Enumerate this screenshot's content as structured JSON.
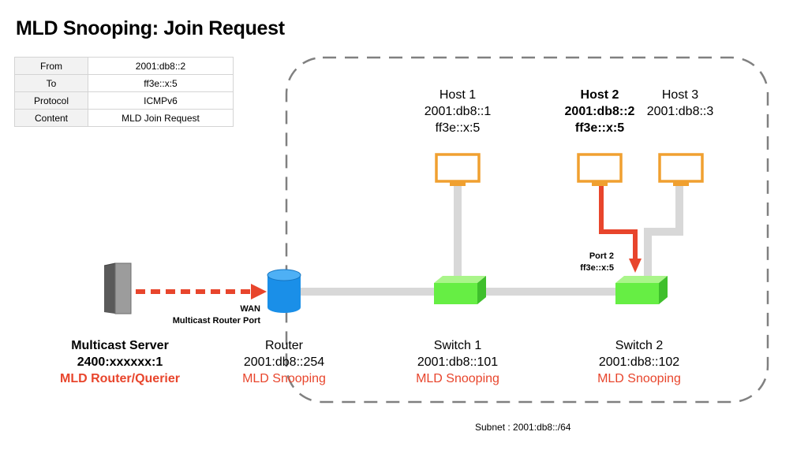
{
  "title": "MLD Snooping: Join Request",
  "info_table": [
    {
      "key": "From",
      "value": "2001:db8::2"
    },
    {
      "key": "To",
      "value": "ff3e::x:5"
    },
    {
      "key": "Protocol",
      "value": "ICMPv6"
    },
    {
      "key": "Content",
      "value": "MLD Join Request"
    }
  ],
  "hosts": {
    "host1": {
      "name": "Host 1",
      "addr": "2001:db8::1",
      "group": "ff3e::x:5"
    },
    "host2": {
      "name": "Host 2",
      "addr": "2001:db8::2",
      "group": "ff3e::x:5"
    },
    "host3": {
      "name": "Host 3",
      "addr": "2001:db8::3"
    }
  },
  "server": {
    "name": "Multicast Server",
    "addr": "2400:xxxxxx:1",
    "role": "MLD Router/Querier"
  },
  "router": {
    "name": "Router",
    "addr": "2001:db8::254",
    "feature": "MLD Snooping"
  },
  "switch1": {
    "name": "Switch 1",
    "addr": "2001:db8::101",
    "feature": "MLD Snooping"
  },
  "switch2": {
    "name": "Switch 2",
    "addr": "2001:db8::102",
    "feature": "MLD Snooping"
  },
  "port_label": {
    "line1": "Port 2",
    "line2": "ff3e::x:5"
  },
  "wan_label": {
    "line1": "WAN",
    "line2": "Multicast Router Port"
  },
  "subnet": "Subnet : 2001:db8::/64",
  "colors": {
    "accent_red": "#e8452c",
    "host_orange": "#f0a030",
    "switch_green": "#66ee44",
    "router_blue": "#1a8fe8",
    "link_gray": "#d8d8d8",
    "border_gray": "#808080"
  }
}
